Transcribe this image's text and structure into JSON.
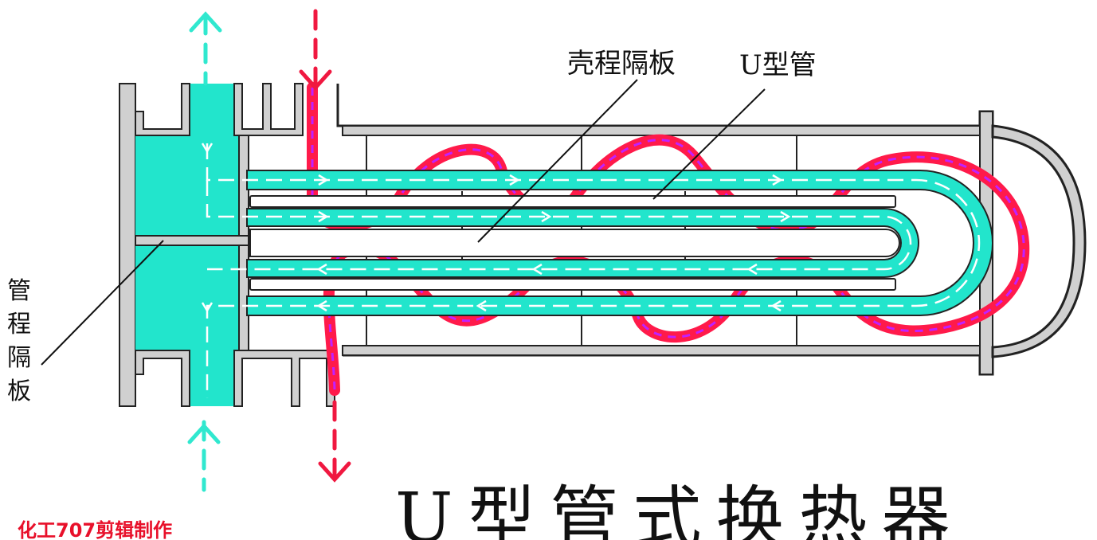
{
  "labels": {
    "shell_baffle": "壳程隔板",
    "u_tube": "U型管",
    "tube_pass_partition": "管程隔板"
  },
  "title": "U型管式换热器",
  "credit": "化工707剪辑制作",
  "colors": {
    "tube_fluid": "#22e5cc",
    "tube_flow_arrows": "#ffffff",
    "shell_fluid": "#ff1a4a",
    "shell_flow_dashes": "#c020ff",
    "shell_inlet_arrow": "#f01840",
    "tube_inlet_arrow": "#30e8cf",
    "metal_fill": "#d0d0d0",
    "outline": "#222222",
    "credit_text": "#e8102a"
  },
  "icons": [
    "arrow-up-icon",
    "arrow-down-icon"
  ]
}
